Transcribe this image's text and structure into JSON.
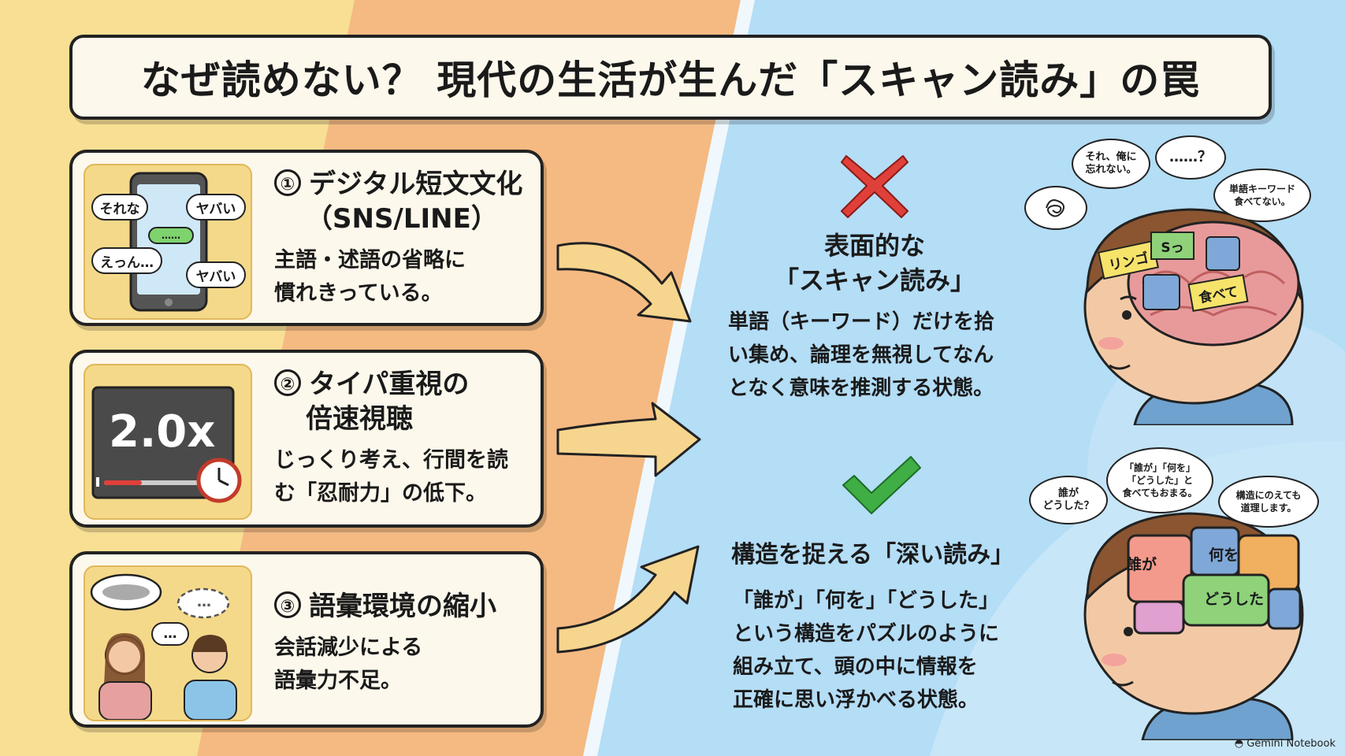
{
  "title": "なぜ読めない？ 現代の生活が生んだ「スキャン読み」の罠",
  "cards": [
    {
      "number": "①",
      "title_line1": "デジタル短文文化",
      "title_line2": "（SNS/LINE）",
      "desc_line1": "主語・述語の省略に",
      "desc_line2": "慣れきっている。",
      "bubbles": [
        "それな",
        "ヤバい",
        "……",
        "えっん…",
        "ヤバい"
      ]
    },
    {
      "number": "②",
      "title_line1": "タイパ重視の",
      "title_line2": "倍速視聴",
      "desc_line1": "じっくり考え、行間を読",
      "desc_line2": "む「忍耐力」の低下。",
      "speed": "2.0x"
    },
    {
      "number": "③",
      "title_line1": "語彙環境の縮小",
      "desc_line1": "会話減少による",
      "desc_line2": "語彙力不足。",
      "bubbles": [
        "…",
        "…"
      ]
    }
  ],
  "scan": {
    "heading_line1": "表面的な",
    "heading_line2": "「スキャン読み」",
    "desc": [
      "単語（キーワード）だけを拾",
      "い集め、論理を無視してなん",
      "となく意味を推測する状態。"
    ],
    "thought_bubbles": [
      "それ、俺に\n忘れない。",
      "……？",
      "単語キーワード\n食べてない。"
    ],
    "brain_words": [
      "リンゴ",
      "Sっ",
      "食べて"
    ]
  },
  "deep": {
    "heading": "構造を捉える「深い読み」",
    "desc": [
      "「誰が」「何を」「どうした」",
      "という構造をパズルのように",
      "組み立て、頭の中に情報を",
      "正確に思い浮かべる状態。"
    ],
    "thought_bubbles": [
      "誰が\nどうした？",
      "「誰が」「何を」\n「どうした」と\n食べてもおまる。",
      "構造にのえても\n道理します。"
    ],
    "brain_words": [
      "誰が",
      "何を",
      "どうした"
    ]
  },
  "footer": "Gemini Notebook",
  "colors": {
    "bg_yellow": "#f8df94",
    "bg_orange": "#f5ba82",
    "bg_blue": "#b4ddf6",
    "cross": "#e0403a",
    "check": "#3fae45",
    "arrow": "#f6d58e"
  }
}
